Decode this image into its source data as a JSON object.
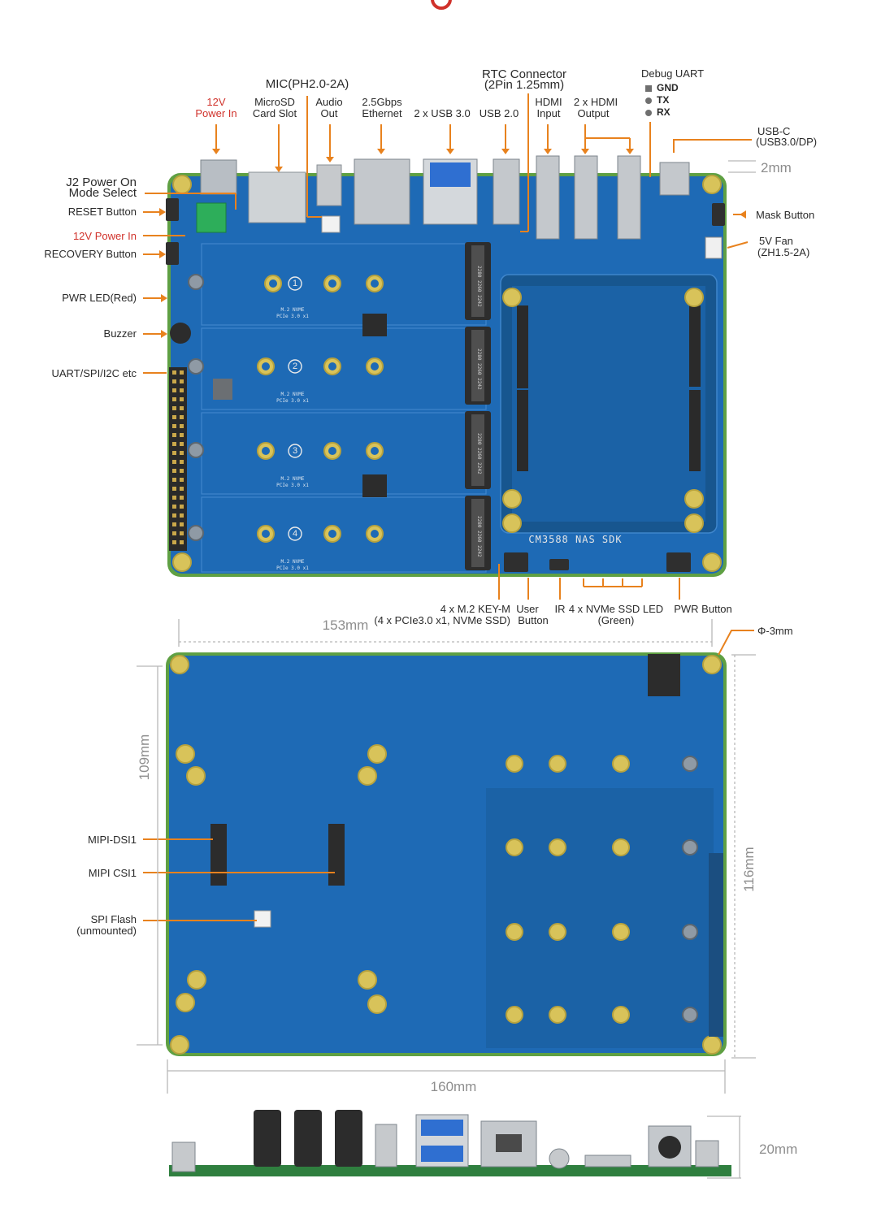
{
  "top_labels": {
    "mic": "MIC(PH2.0-2A)",
    "rtc_line1": "RTC Connector",
    "rtc_line2": "(2Pin 1.25mm)",
    "power_in_line1": "12V",
    "power_in_line2": "Power In",
    "microsd_line1": "MicroSD",
    "microsd_line2": "Card Slot",
    "audio_line1": "Audio",
    "audio_line2": "Out",
    "ethernet_line1": "2.5Gbps",
    "ethernet_line2": "Ethernet",
    "usb3": "2 x USB 3.0",
    "usb2": "USB 2.0",
    "hdmi_in_line1": "HDMI",
    "hdmi_in_line2": "Input",
    "hdmi_out_line1": "2 x HDMI",
    "hdmi_out_line2": "Output",
    "debug_uart": "Debug UART",
    "debug_gnd": "GND",
    "debug_tx": "TX",
    "debug_rx": "RX"
  },
  "right_labels": {
    "usbc_line1": "USB-C",
    "usbc_line2": "(USB3.0/DP)",
    "mask_button": "Mask Button",
    "fan_line1": "5V Fan",
    "fan_line2": "(ZH1.5-2A)",
    "phi": "Φ-3mm"
  },
  "left_labels": {
    "j2_line1": "J2 Power On",
    "j2_line2": "Mode Select",
    "reset": "RESET Button",
    "power_in": "12V Power In",
    "recovery": "RECOVERY Button",
    "pwr_led": "PWR LED(Red)",
    "buzzer": "Buzzer",
    "uart": "UART/SPI/I2C etc",
    "mipi_dsi": "MIPI-DSI1",
    "mipi_csi": "MIPI CSI1",
    "spi_line1": "SPI Flash",
    "spi_line2": "(unmounted)"
  },
  "bottom_labels": {
    "m2_line1": "4 x M.2 KEY-M",
    "m2_line2": "(4 x PCIe3.0 x1, NVMe SSD)",
    "user_line1": "User",
    "user_line2": "Button",
    "ir": "IR",
    "led_line1": "4 x NVMe SSD LED",
    "led_line2": "(Green)",
    "pwr_button": "PWR Button"
  },
  "board_text": {
    "title": "CM3588 NAS SDK",
    "slot_label_line1": "M.2 NVME",
    "slot_label_line2": "PCIe 3.0 x1",
    "slot_numbers": [
      "1",
      "2",
      "3",
      "4"
    ],
    "m2_chip": "2280 2260 2242"
  },
  "dimensions": {
    "d2": "2mm",
    "d153": "153mm",
    "d109": "109mm",
    "d116": "116mm",
    "d160": "160mm",
    "d20": "20mm"
  },
  "colors": {
    "pcb": "#1e6ab5",
    "pcb_dark": "#17568f",
    "pcb_edge": "#5fa043",
    "pad_gold": "#d8c35a",
    "leader": "#e8821e",
    "label_red": "#d0322b"
  }
}
